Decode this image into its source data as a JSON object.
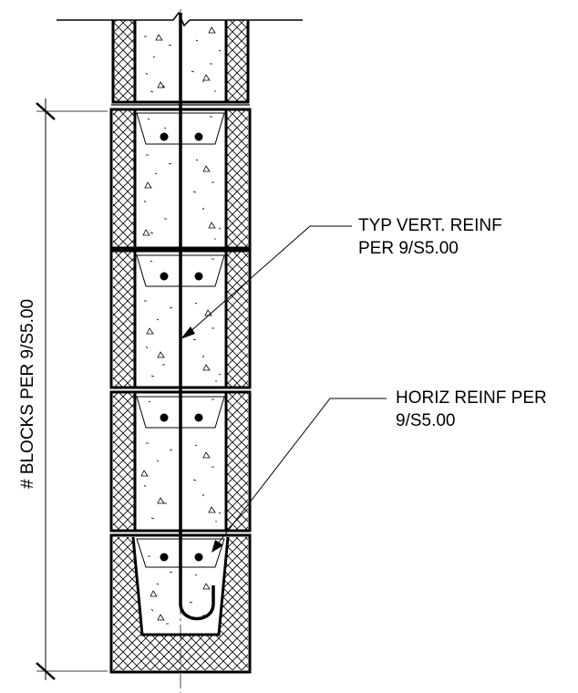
{
  "callouts": {
    "vertical_reinf": {
      "line1": "TYP VERT. REINF",
      "line2": "PER 9/S5.00"
    },
    "horizontal_reinf": {
      "line1": "HORIZ REINF PER",
      "line2": "9/S5.00"
    }
  },
  "dimension": {
    "label": "# BLOCKS PER 9/S5.00"
  },
  "colors": {
    "ink": "#000000",
    "background": "#ffffff"
  }
}
